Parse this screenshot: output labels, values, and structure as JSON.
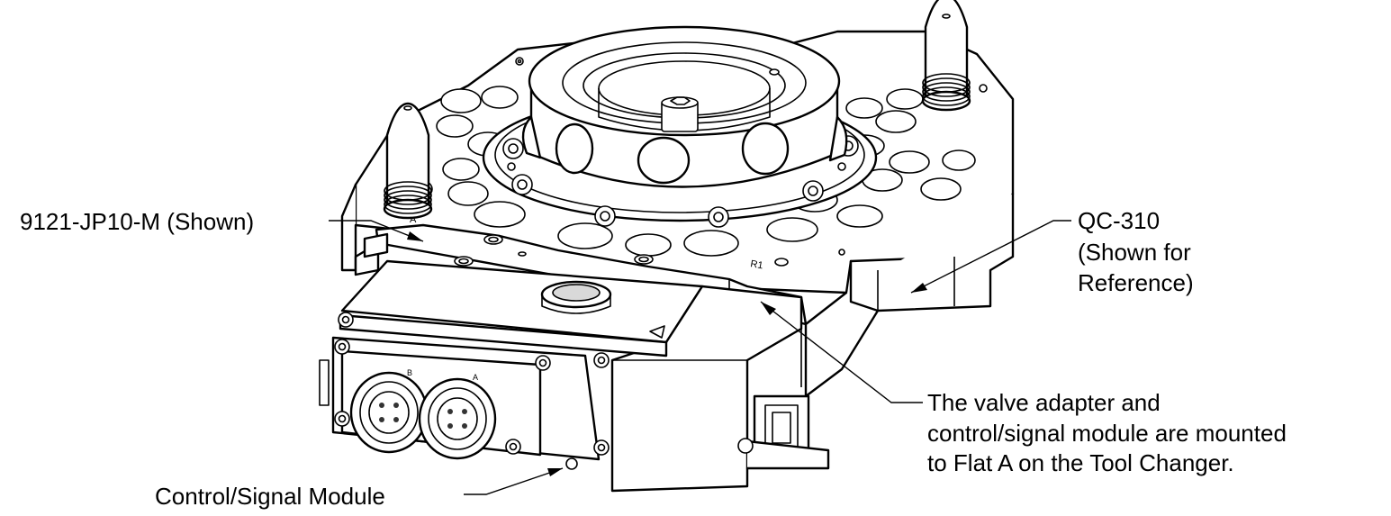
{
  "labels": {
    "interface_plate": "9121-JP10-M (Shown)",
    "tool_changer": [
      "QC-310",
      "(Shown for",
      "Reference)"
    ],
    "mounting_note": [
      "The valve adapter and",
      "control/signal module are mounted",
      "to Flat A on the Tool Changer."
    ],
    "module": "Control/Signal Module"
  },
  "colors": {
    "line": "#000000",
    "background": "#ffffff",
    "shade": "#d9d9d9"
  }
}
